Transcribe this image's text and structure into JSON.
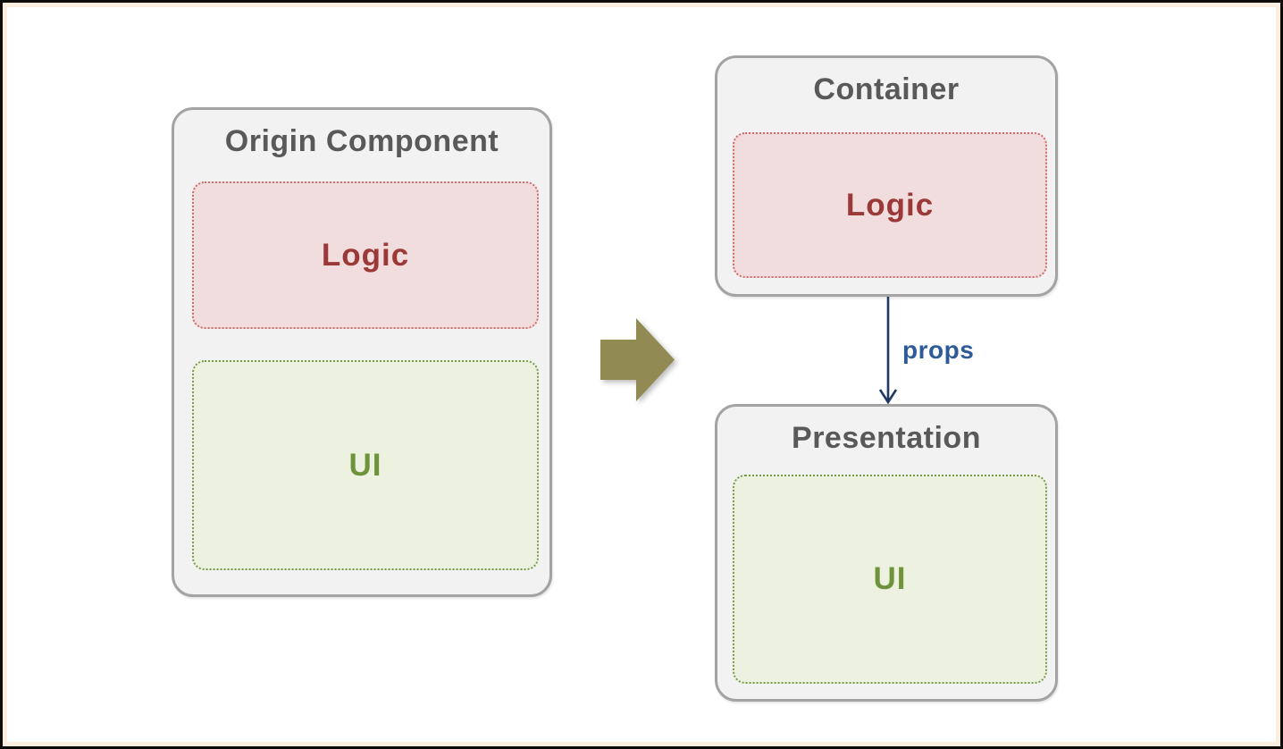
{
  "diagram": {
    "origin": {
      "title": "Origin Component",
      "logic_label": "Logic",
      "ui_label": "UI"
    },
    "container": {
      "title": "Container",
      "logic_label": "Logic"
    },
    "presentation": {
      "title": "Presentation",
      "ui_label": "UI"
    },
    "props_label": "props",
    "icons": {
      "transform_arrow": "right-arrow",
      "props_arrow": "down-arrow"
    },
    "colors": {
      "frame_inner": "#fbeee1",
      "box_fill": "#f2f2f2",
      "box_border": "#a3a3a3",
      "title_text": "#595959",
      "logic_fill": "#f1dddd",
      "logic_border": "#d26b6b",
      "logic_text": "#9b3938",
      "ui_fill": "#ecf1e0",
      "ui_border": "#7a9a49",
      "ui_text": "#6f923c",
      "transform_arrow": "#918a52",
      "props_arrow": "#1f3864",
      "props_text": "#2e5b97"
    }
  }
}
